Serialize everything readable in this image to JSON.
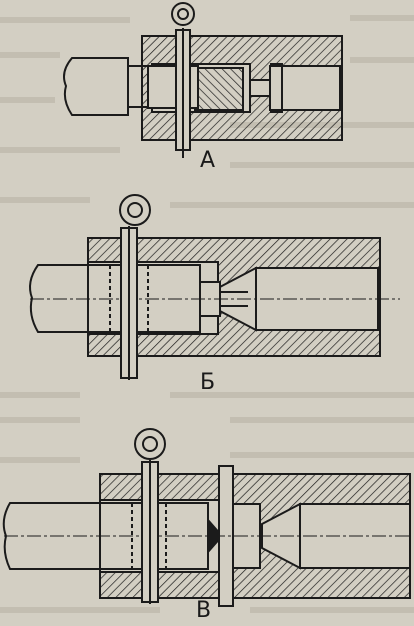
{
  "figure": {
    "panels": [
      {
        "id": "A",
        "label": "А"
      },
      {
        "id": "B",
        "label": "Б"
      },
      {
        "id": "C",
        "label": "В"
      }
    ]
  }
}
